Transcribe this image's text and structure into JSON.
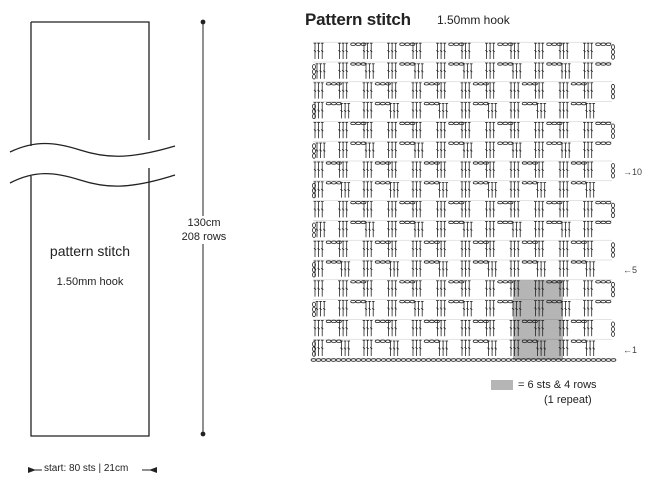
{
  "schematic": {
    "body_label": "pattern stitch",
    "body_hook": "1.50mm hook",
    "length_line1": "130cm",
    "length_line2": "208 rows",
    "start_label": "start: 80 sts | 21cm"
  },
  "chart": {
    "title": "Pattern stitch",
    "hook": "1.50mm hook",
    "row_markers": [
      "→10",
      "←5",
      "←1"
    ]
  },
  "legend": {
    "line1": "= 6 sts & 4 rows",
    "line2": "(1 repeat)",
    "swatch_color": "#b5b5b5"
  },
  "colors": {
    "ink": "#222222",
    "shade": "#b5b5b5"
  }
}
